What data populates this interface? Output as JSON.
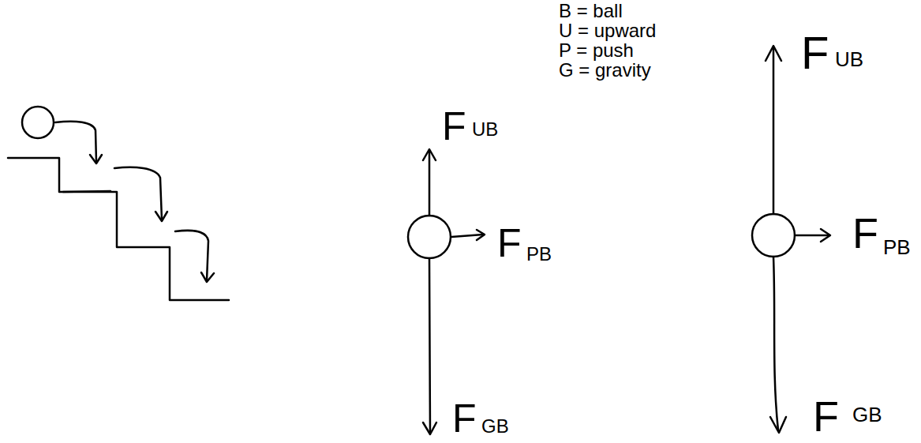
{
  "diagram": {
    "labels": [
      "B = ball",
      "U = upward",
      "P = push",
      "G = gravity",
      "F",
      "UB",
      "F",
      "PB",
      "F",
      "GB",
      "F",
      "UB",
      "F",
      "PB",
      "F",
      "GB"
    ]
  }
}
